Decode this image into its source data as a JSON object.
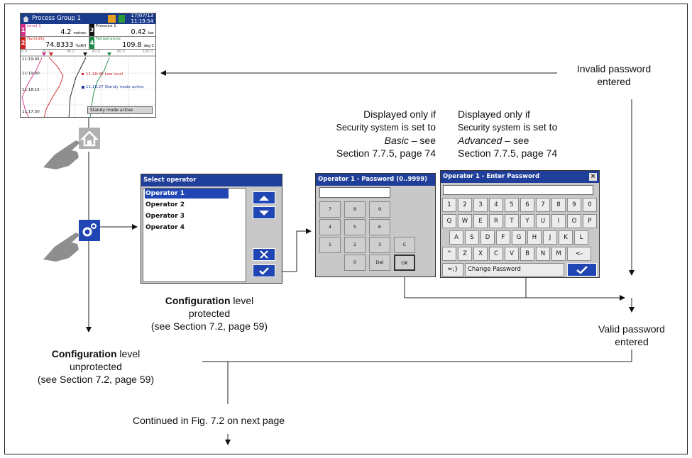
{
  "screen": {
    "title": "Process Group 1",
    "date": "17/07/13",
    "time": "11:19:54",
    "channels": [
      {
        "num": "1",
        "name": "Level 1",
        "value": "4.2",
        "unit": "metres",
        "color": "#d4308a"
      },
      {
        "num": "3",
        "name": "Pressure 1",
        "value": "0.42",
        "unit": "bar",
        "color": "#111111"
      },
      {
        "num": "2",
        "name": "Humidity",
        "value": "74.8333",
        "unit": "%sRH",
        "color": "#d02020"
      },
      {
        "num": "4",
        "name": "Temperature",
        "value": "109.8",
        "unit": "deg C",
        "color": "#208a4a"
      }
    ],
    "scale": [
      "0.0",
      "20.0",
      "40.0",
      "60.0",
      "80.0",
      "100.0"
    ],
    "times": [
      "11:19:45",
      "11:19:00",
      "11:18:15",
      "11:17:30"
    ],
    "events": [
      "11:18:45 Low level",
      "11:18:27 Standy mode active"
    ],
    "status": "Standy mode active"
  },
  "operator_dialog": {
    "title": "Select operator",
    "operators": [
      "Operator 1",
      "Operator 2",
      "Operator 3",
      "Operator 4"
    ]
  },
  "basic_dialog": {
    "title": "Operator 1 - Password (0..9999)",
    "keys": [
      [
        "7",
        "8",
        "9"
      ],
      [
        "4",
        "5",
        "6"
      ],
      [
        "1",
        "2",
        "3",
        "C"
      ],
      [
        "0",
        "Del",
        "OK"
      ]
    ]
  },
  "advanced_dialog": {
    "title": "Operator 1 - Enter Password",
    "close": "×",
    "rows": [
      [
        "1",
        "2",
        "3",
        "4",
        "5",
        "6",
        "7",
        "8",
        "9",
        "0"
      ],
      [
        "Q",
        "W",
        "E",
        "R",
        "T",
        "Y",
        "U",
        "I",
        "O",
        "P"
      ],
      [
        "A",
        "S",
        "D",
        "F",
        "G",
        "H",
        "J",
        "K",
        "L"
      ],
      [
        "^",
        "Z",
        "X",
        "C",
        "V",
        "B",
        "N",
        "M",
        "<-"
      ]
    ],
    "sym_key": "=;}",
    "change_password": "Change Password"
  },
  "labels": {
    "invalid": [
      "Invalid password",
      "entered"
    ],
    "basic_note": {
      "l1": "Displayed only if",
      "l2a": "Security system",
      "l2b": " is set to",
      "l3a": "Basic",
      "l3b": " – see",
      "l4": "Section 7.7.5, page 74"
    },
    "advanced_note": {
      "l1": "Displayed only if",
      "l2a": "Security system",
      "l2b": " is set to",
      "l3a": "Advanced",
      "l3b": " – see",
      "l4": "Section 7.7.5, page 74"
    },
    "protected": {
      "bold": "Configuration",
      "rest": " level",
      "l2": "protected",
      "l3": "(see Section 7.2, page 59)"
    },
    "unprotected": {
      "bold": "Configuration",
      "rest": " level",
      "l2": "unprotected",
      "l3": "(see Section 7.2, page 59)"
    },
    "valid": [
      "Valid password",
      "entered"
    ],
    "continued": "Continued in Fig. 7.2 on next page"
  }
}
